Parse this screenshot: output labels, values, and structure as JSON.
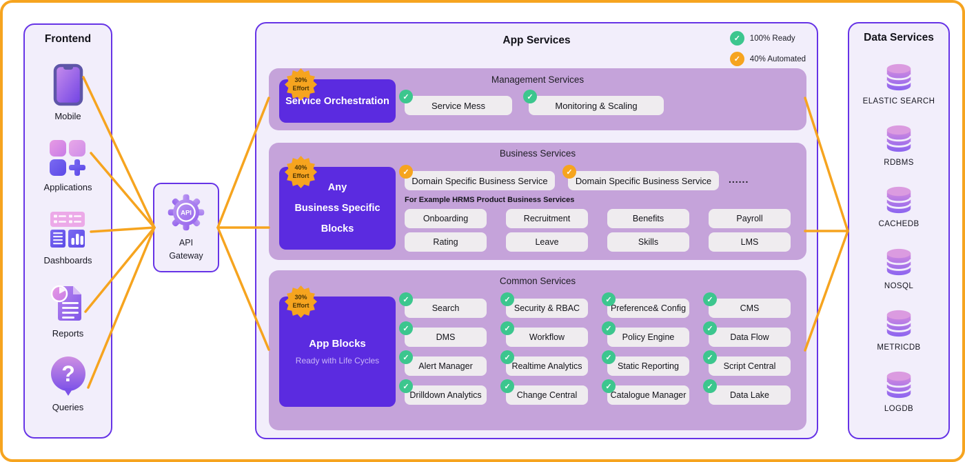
{
  "colors": {
    "accent_orange": "#F6A41F",
    "border_purple": "#6633E6",
    "block_purple": "#5B2BE0",
    "section_mauve": "#C5A3DA",
    "panel_lavender": "#F2EEFB",
    "chip_gray": "#EFECEF",
    "status_green": "#3CC68E"
  },
  "frontend": {
    "title": "Frontend",
    "items": [
      {
        "icon": "mobile-icon",
        "label": "Mobile"
      },
      {
        "icon": "applications-icon",
        "label": "Applications"
      },
      {
        "icon": "dashboards-icon",
        "label": "Dashboards"
      },
      {
        "icon": "reports-icon",
        "label": "Reports"
      },
      {
        "icon": "queries-icon",
        "label": "Queries"
      }
    ]
  },
  "api_gateway": {
    "icon_text": "API",
    "label_line1": "API",
    "label_line2": "Gateway"
  },
  "app_services": {
    "title": "App Services",
    "legend": [
      {
        "status": "ready",
        "label": "100% Ready"
      },
      {
        "status": "automated",
        "label": "40% Automated"
      }
    ],
    "management": {
      "title": "Management Services",
      "block": {
        "label": "Service Orchestration",
        "badge_line1": "30%",
        "badge_line2": "Effort"
      },
      "chips": [
        {
          "label": "Service Mess",
          "status": "ready"
        },
        {
          "label": "Monitoring & Scaling",
          "status": "ready"
        }
      ]
    },
    "business": {
      "title": "Business Services",
      "block": {
        "line1": "Any",
        "line2": "Business Specific",
        "line3": "Blocks",
        "badge_line1": "40%",
        "badge_line2": "Effort"
      },
      "domain_chips": [
        {
          "label": "Domain Specific Business Service",
          "status": "automated"
        },
        {
          "label": "Domain Specific Business Service",
          "status": "automated"
        }
      ],
      "ellipsis": "......",
      "example_note": "For Example HRMS Product Business Services",
      "hrms_chips": [
        "Onboarding",
        "Recruitment",
        "Benefits",
        "Payroll",
        "Rating",
        "Leave",
        "Skills",
        "LMS"
      ]
    },
    "common": {
      "title": "Common Services",
      "block": {
        "label": "App Blocks",
        "subtitle": "Ready with Life Cycles",
        "badge_line1": "30%",
        "badge_line2": "Effort"
      },
      "chips": [
        "Search",
        "Security & RBAC",
        "Preference& Config",
        "CMS",
        "DMS",
        "Workflow",
        "Policy Engine",
        "Data Flow",
        "Alert Manager",
        "Realtime Analytics",
        "Static Reporting",
        "Script Central",
        "Drilldown Analytics",
        "Change Central",
        "Catalogue Manager",
        "Data Lake"
      ]
    }
  },
  "data_services": {
    "title": "Data Services",
    "items": [
      "ELASTIC SEARCH",
      "RDBMS",
      "CACHEDB",
      "NOSQL",
      "METRICDB",
      "LOGDB"
    ]
  }
}
